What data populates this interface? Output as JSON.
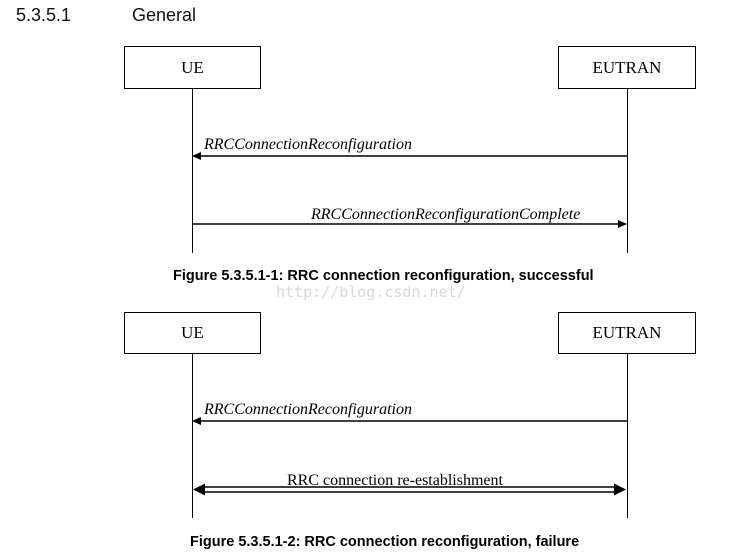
{
  "section": {
    "number": "5.3.5.1",
    "title": "General"
  },
  "figure1": {
    "left_entity": "UE",
    "right_entity": "EUTRAN",
    "messages": [
      {
        "label": "RRCConnectionReconfiguration",
        "direction": "right-to-left"
      },
      {
        "label": "RRCConnectionReconfigurationComplete",
        "direction": "left-to-right"
      }
    ],
    "caption": "Figure 5.3.5.1-1: RRC connection reconfiguration, successful"
  },
  "figure2": {
    "left_entity": "UE",
    "right_entity": "EUTRAN",
    "messages": [
      {
        "label": "RRCConnectionReconfiguration",
        "direction": "right-to-left"
      },
      {
        "label": "RRC connection re-establishment",
        "direction": "both"
      }
    ],
    "caption": "Figure 5.3.5.1-2: RRC connection reconfiguration, failure"
  },
  "watermark": "http://blog.csdn.net/"
}
